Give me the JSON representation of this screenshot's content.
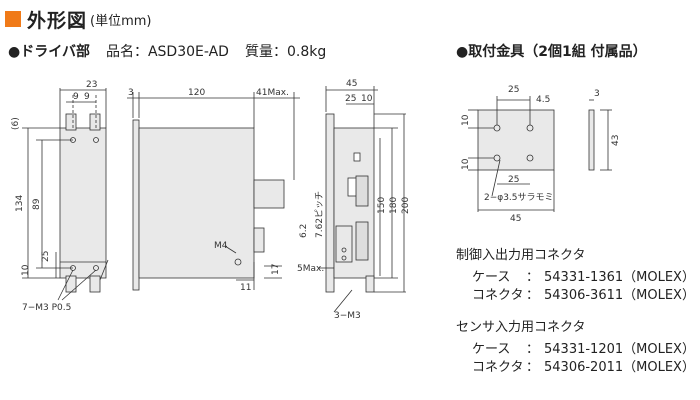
{
  "title": {
    "main": "外形図",
    "unit": "(単位mm)"
  },
  "driver": {
    "bullet": "●",
    "label": "ドライバ部",
    "model_label": "品名：ASD30E-AD",
    "weight_label": "質量：0.8kg"
  },
  "accessory": {
    "label": "●取付金具（2個1組 付属品）"
  },
  "dimensions": {
    "d23": "23",
    "d9a": "9",
    "d9b": "9",
    "d6": "(6)",
    "d134": "134",
    "d89": "89",
    "d25": "25",
    "d10": "10",
    "m3": "7−M3 P0.5",
    "d3": "3",
    "d120": "120",
    "d41": "41Max.",
    "m4": "M4",
    "d11": "11",
    "d17": "17",
    "d45": "45",
    "d25b": "25",
    "d10b": "10",
    "pitch": "7.62ピッチ",
    "d62": "6.2",
    "d150": "150",
    "d180": "180",
    "d200": "200",
    "d5max": "5Max.",
    "m3b": "3−M3",
    "b25": "25",
    "b45": "4.5",
    "b10a": "10",
    "b10b": "10",
    "b25b": "25",
    "bhole": "2−φ3.5サラモミ",
    "b45w": "45",
    "b3": "3",
    "b43": "43"
  },
  "connectors": [
    {
      "heading": "制御入出力用コネクタ",
      "rows": [
        {
          "key": "ケース",
          "colon": "：",
          "value": "54331-1361（MOLEX）"
        },
        {
          "key": "コネクタ",
          "colon": "：",
          "value": "54306-3611（MOLEX）"
        }
      ]
    },
    {
      "heading": "センサ入力用コネクタ",
      "rows": [
        {
          "key": "ケース",
          "colon": "：",
          "value": "54331-1201（MOLEX）"
        },
        {
          "key": "コネクタ",
          "colon": "：",
          "value": "54306-2011（MOLEX）"
        }
      ]
    }
  ],
  "colors": {
    "accent": "#f07a18",
    "body_fill": "#e9e9e9",
    "line": "#333333"
  }
}
